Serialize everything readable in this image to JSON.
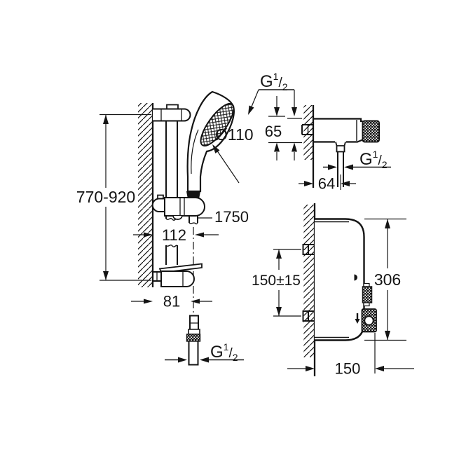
{
  "drawing": {
    "background": "#ffffff",
    "ink_color": "#141414",
    "labels": {
      "rail_height": "770-920",
      "hose_offset": "112",
      "bracket_depth": "81",
      "hose_length": "1750",
      "head_diameter": "Ø110",
      "valve_height": "65",
      "valve_outlet_offset": "64",
      "inlet_spacing": "150±15",
      "thermostat_height": "306",
      "thermostat_depth": "150",
      "g_half": {
        "g": "G",
        "sup": "1",
        "slash": "/",
        "sub": "2"
      }
    }
  }
}
